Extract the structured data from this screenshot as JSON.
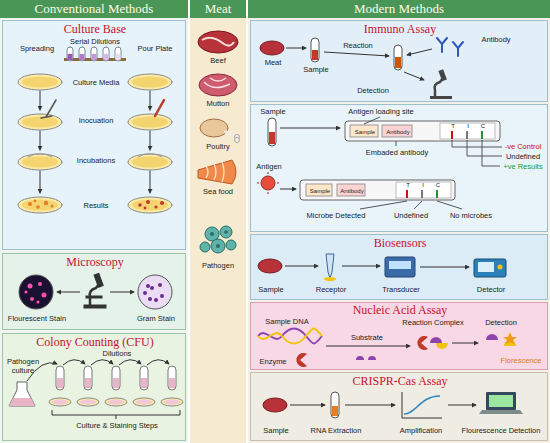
{
  "diagram": {
    "nodes": [
      {
        "text": [
          "Conventional Methods"
        ]
      },
      {
        "text": [
          "Meat"
        ]
      },
      {
        "text": [
          "Modern Methods"
        ]
      },
      {
        "text": [
          "Culture Base",
          "Spreading",
          "Pour Plate",
          "Serial Dilutions",
          "Culture Media",
          "Inocuation",
          "Incubations",
          "Results"
        ]
      },
      {
        "text": [
          "Microscopy",
          "Flourescent Stain",
          "Gram Stain"
        ]
      },
      {
        "text": [
          "Colony Counting (CFU)",
          "Dilutions",
          "Pathogen culture",
          "Culture & Staining Steps"
        ]
      },
      {
        "text": [
          "Beef",
          "Mutton",
          "Poultry",
          "Sea food",
          "Pathogen"
        ]
      },
      {
        "text": [
          "Immuno Assay",
          "Meat",
          "Sample",
          "Reaction",
          "Antibody",
          "Detection"
        ]
      },
      {
        "text": [
          "Sample",
          "Antigen loading site",
          "Sample",
          "Antibody",
          "T",
          "I",
          "C",
          "-ve Control",
          "Undefined",
          "+ve Results",
          "Embaded antibody",
          "Antigen",
          "Sample",
          "Antibody",
          "T",
          "I",
          "C",
          "Microbe Detected",
          "Undefined",
          "No microbes"
        ]
      },
      {
        "text": [
          "Biosensors",
          "Sample",
          "Receptor",
          "Transducer",
          "Detector"
        ]
      },
      {
        "text": [
          "Nucleic Acid Assay",
          "Sample DNA",
          "Substrate",
          "Reaction Complex",
          "Detection",
          "Enzyme",
          "Florescence"
        ]
      },
      {
        "text": [
          "CRISPR-Cas Assay",
          "Sample",
          "RNA Extraction",
          "Amplification",
          "Flourescence Detection"
        ]
      }
    ]
  }
}
